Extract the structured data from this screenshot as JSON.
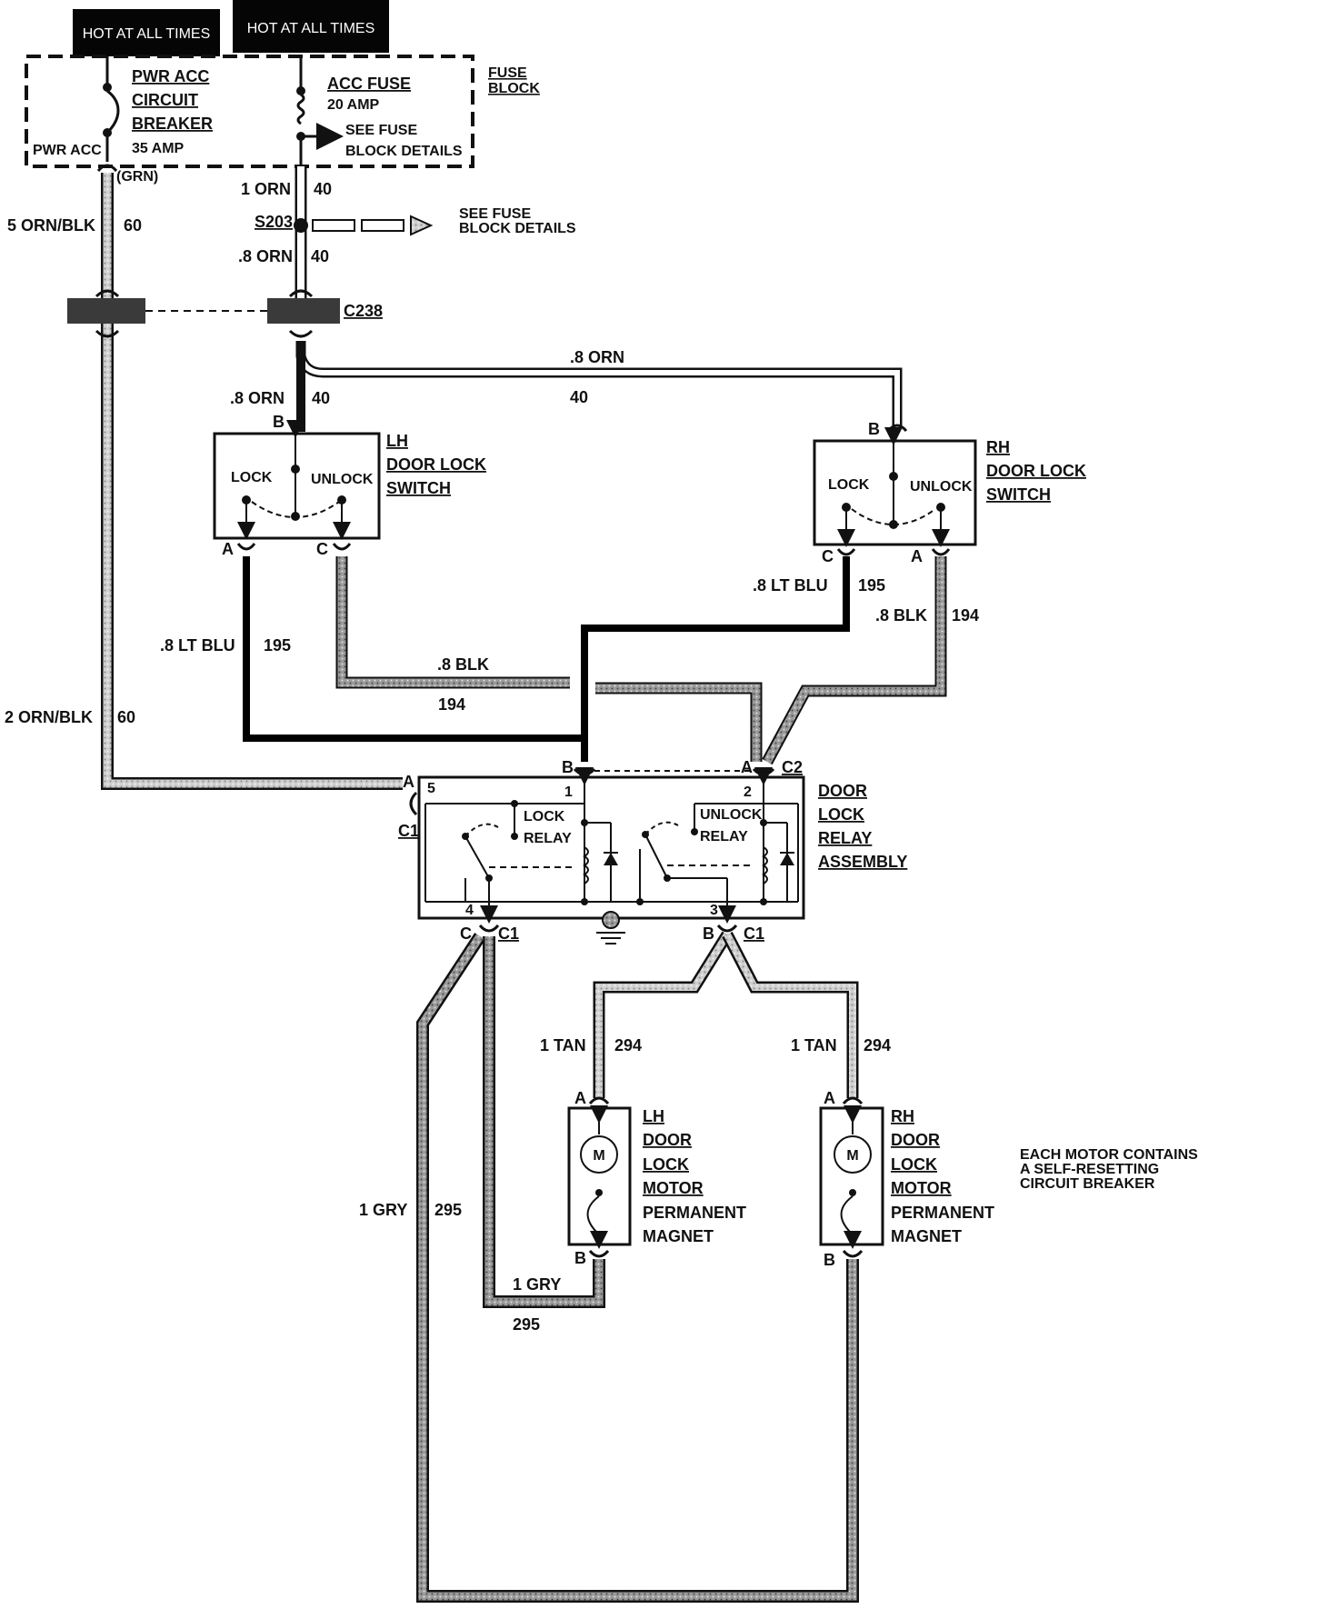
{
  "headers": {
    "left": "HOT AT ALL TIMES",
    "right": "HOT AT ALL TIMES"
  },
  "fuse_block": {
    "label_line1": "FUSE",
    "label_line2": "BLOCK",
    "breaker_line1": "PWR ACC",
    "breaker_line2": "CIRCUIT",
    "breaker_line3": "BREAKER",
    "breaker_rating": "35 AMP",
    "pwr_acc": "PWR ACC",
    "fuse_name": "ACC FUSE",
    "fuse_rating": "20 AMP",
    "see_line1": "SEE FUSE",
    "see_line2": "BLOCK DETAILS"
  },
  "grn": "(GRN)",
  "splice": {
    "name": "S203",
    "see_line1": "SEE FUSE",
    "see_line2": "BLOCK DETAILS"
  },
  "connector_c238": "C238",
  "wires": {
    "orn1": "1 ORN",
    "circuit_40": "40",
    "orn08": ".8 ORN",
    "orn_blk5": "5 ORN/BLK",
    "orn_blk2": "2 ORN/BLK",
    "circuit_60": "60",
    "lt_blu": ".8 LT BLU",
    "circuit_195": "195",
    "blk": ".8 BLK",
    "circuit_194": "194",
    "tan": "1 TAN",
    "circuit_294": "294",
    "gry": "1 GRY",
    "circuit_295": "295"
  },
  "lh_switch": {
    "line1": "LH",
    "line2": "DOOR LOCK",
    "line3": "SWITCH",
    "lock": "LOCK",
    "unlock": "UNLOCK"
  },
  "rh_switch": {
    "line1": "RH",
    "line2": "DOOR LOCK",
    "line3": "SWITCH",
    "lock": "LOCK",
    "unlock": "UNLOCK"
  },
  "pins": {
    "a": "A",
    "b": "B",
    "c": "C",
    "c1": "C1",
    "c2": "C2",
    "n1": "1",
    "n2": "2",
    "n3": "3",
    "n4": "4",
    "n5": "5"
  },
  "relay": {
    "line1": "DOOR",
    "line2": "LOCK",
    "line3": "RELAY",
    "line4": "ASSEMBLY",
    "lock1": "LOCK",
    "lock2": "RELAY",
    "unlock1": "UNLOCK",
    "unlock2": "RELAY"
  },
  "lh_motor": {
    "line1": "LH",
    "line2": "DOOR",
    "line3": "LOCK",
    "line4": "MOTOR",
    "line5": "PERMANENT",
    "line6": "MAGNET",
    "m": "M"
  },
  "rh_motor": {
    "line1": "RH",
    "line2": "DOOR",
    "line3": "LOCK",
    "line4": "MOTOR",
    "line5": "PERMANENT",
    "line6": "MAGNET",
    "m": "M"
  },
  "note": {
    "line1": "EACH MOTOR CONTAINS",
    "line2": "A SELF-RESETTING",
    "line3": "CIRCUIT BREAKER"
  }
}
